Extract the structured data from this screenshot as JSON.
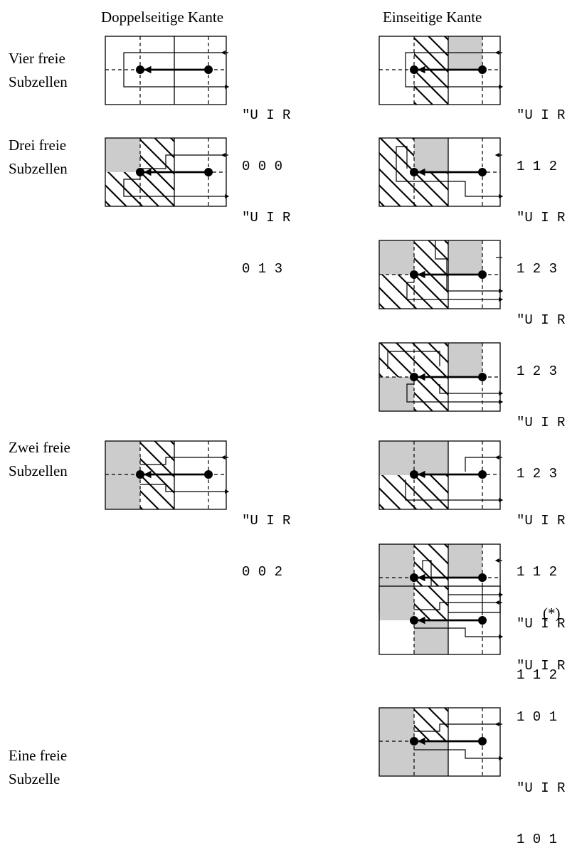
{
  "headers": {
    "double": "Doppelseitige Kante",
    "single": "Einseitige Kante"
  },
  "row_labels": {
    "four": [
      "Vier freie",
      "Subzellen"
    ],
    "three": [
      "Drei freie",
      "Subzellen"
    ],
    "two": [
      "Zwei freie",
      "Subzellen"
    ],
    "one": [
      "Eine freie",
      "Subzelle"
    ]
  },
  "diagrams": {
    "d_four": {
      "code1": "\"U I R",
      "code2": "0 0 0"
    },
    "d_three": {
      "code1": "\"U I R",
      "code2": "0 1 3"
    },
    "d_two": {
      "code1": "\"U I R",
      "code2": "0 0 2"
    },
    "s1": {
      "code1": "\"U I R",
      "code2": "1 1 2"
    },
    "s2": {
      "code1": "\"U I R",
      "code2": "1 2 3"
    },
    "s3": {
      "code1": "\"U I R",
      "code2": "1 2 3"
    },
    "s4": {
      "code1": "\"U I R",
      "code2": "1 2 3"
    },
    "s5": {
      "code1": "\"U I R",
      "code2": "1 1 2"
    },
    "s6": {
      "code1": "\"U I R",
      "code2": "1 1 2"
    },
    "s7": {
      "code1": "\"U I R",
      "code2": "1 0 1",
      "note": "(*)"
    },
    "s8": {
      "code1": "\"U I R",
      "code2": "1 0 1"
    }
  },
  "colors": {
    "gray_fill": "#cccccc",
    "line": "#000000"
  }
}
